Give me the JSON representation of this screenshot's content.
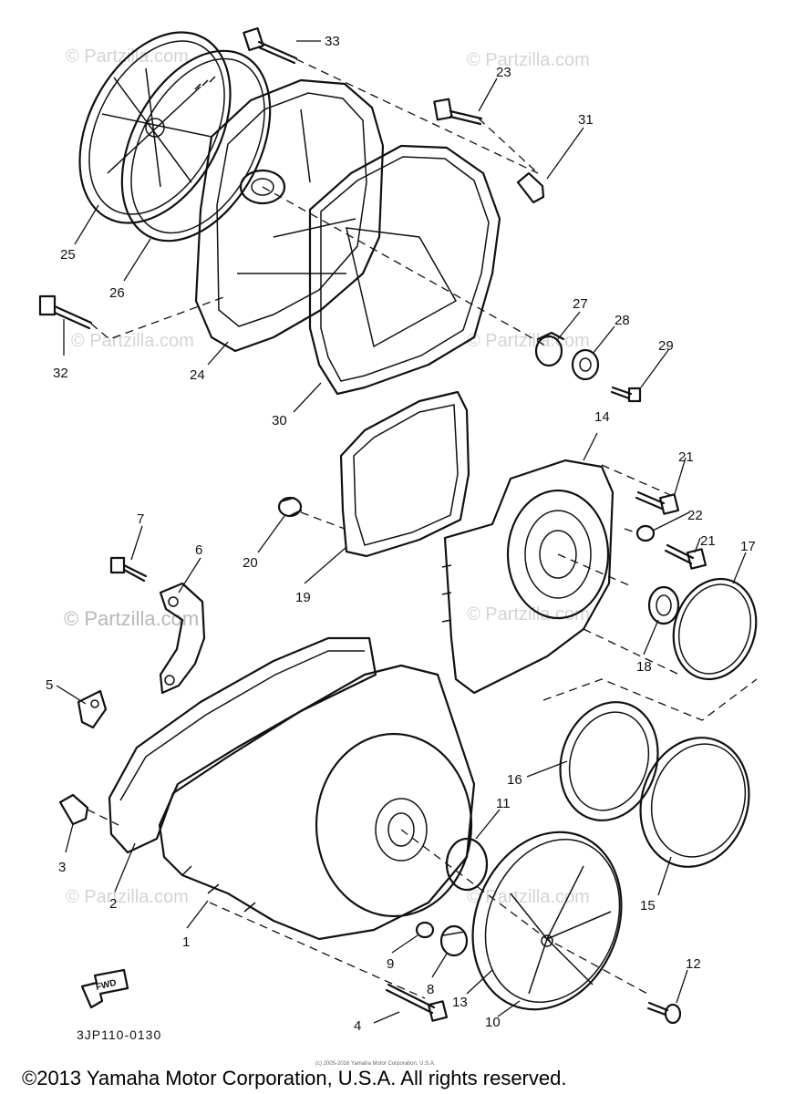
{
  "diagram": {
    "part_labels": [
      "33",
      "23",
      "31",
      "25",
      "26",
      "27",
      "28",
      "29",
      "32",
      "24",
      "30",
      "14",
      "21",
      "22",
      "21",
      "17",
      "7",
      "6",
      "20",
      "19",
      "18",
      "5",
      "16",
      "11",
      "3",
      "2",
      "1",
      "15",
      "9",
      "8",
      "12",
      "13",
      "10",
      "4"
    ],
    "watermark": "© Partzilla.com",
    "fwd_label": "FWD",
    "diagram_code": "3JP110-0130",
    "small_print": "(c) 2005-2016 Yamaha Motor Corporation, U.S.A.",
    "copyright": "©2013 Yamaha Motor Corporation, U.S.A. All rights reserved."
  }
}
